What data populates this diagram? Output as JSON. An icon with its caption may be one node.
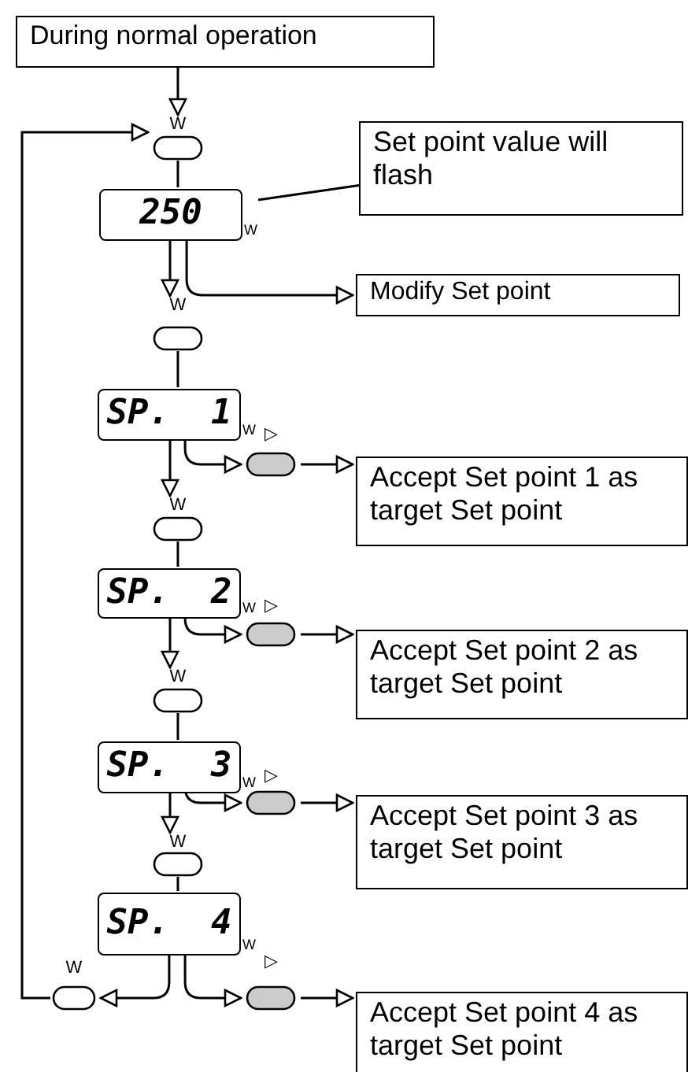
{
  "diagram": {
    "nodes": [
      {
        "text": [
          "During normal operation"
        ]
      },
      {
        "text": [
          "W"
        ]
      },
      {
        "text": [
          "250"
        ],
        "beside": [
          "W"
        ]
      },
      {
        "text": [
          "Set point value will flash"
        ]
      },
      {
        "text": [
          "Modify Set point"
        ]
      },
      {
        "text": [
          "W"
        ]
      },
      {
        "text": [
          "SP.  1"
        ],
        "beside": [
          "W"
        ]
      },
      {
        "text": [
          "▷"
        ]
      },
      {
        "text": [
          "Accept Set point 1 as target Set point"
        ]
      },
      {
        "text": [
          "W"
        ]
      },
      {
        "text": [
          "SP.  2"
        ],
        "beside": [
          "W"
        ]
      },
      {
        "text": [
          "▷"
        ]
      },
      {
        "text": [
          "Accept Set point 2 as target Set point"
        ]
      },
      {
        "text": [
          "W"
        ]
      },
      {
        "text": [
          "SP.  3"
        ],
        "beside": [
          "W"
        ]
      },
      {
        "text": [
          "▷"
        ]
      },
      {
        "text": [
          "Accept Set point 3 as target Set point"
        ]
      },
      {
        "text": [
          "W"
        ]
      },
      {
        "text": [
          "SP.  4"
        ],
        "beside": [
          "W"
        ]
      },
      {
        "text": [
          "W"
        ]
      },
      {
        "text": [
          "▷"
        ]
      },
      {
        "text": [
          "Accept Set point 4 as target Set point"
        ]
      }
    ],
    "edges": [
      {
        "from": 0,
        "to": 1,
        "arrow": "to"
      },
      {
        "from": 1,
        "to": 2,
        "arrow": "none"
      },
      {
        "from": 2,
        "to": 4,
        "arrow": "to"
      },
      {
        "from": 2,
        "to": 5,
        "arrow": "to"
      },
      {
        "from": 5,
        "to": 6,
        "arrow": "none"
      },
      {
        "from": 6,
        "to": 7,
        "arrow": "to"
      },
      {
        "from": 6,
        "to": 9,
        "arrow": "to"
      },
      {
        "from": 7,
        "to": 8,
        "arrow": "to"
      },
      {
        "from": 9,
        "to": 10,
        "arrow": "none"
      },
      {
        "from": 10,
        "to": 11,
        "arrow": "to"
      },
      {
        "from": 10,
        "to": 13,
        "arrow": "to"
      },
      {
        "from": 11,
        "to": 12,
        "arrow": "to"
      },
      {
        "from": 13,
        "to": 14,
        "arrow": "none"
      },
      {
        "from": 14,
        "to": 15,
        "arrow": "to"
      },
      {
        "from": 14,
        "to": 17,
        "arrow": "to"
      },
      {
        "from": 15,
        "to": 16,
        "arrow": "to"
      },
      {
        "from": 17,
        "to": 18,
        "arrow": "none"
      },
      {
        "from": 18,
        "to": 19,
        "arrow": "to"
      },
      {
        "from": 18,
        "to": 20,
        "arrow": "to"
      },
      {
        "from": 20,
        "to": 21,
        "arrow": "to"
      },
      {
        "from": 19,
        "to": 1,
        "arrow": "to"
      },
      {
        "from": 3,
        "to": 2,
        "arrow": "none"
      }
    ]
  }
}
